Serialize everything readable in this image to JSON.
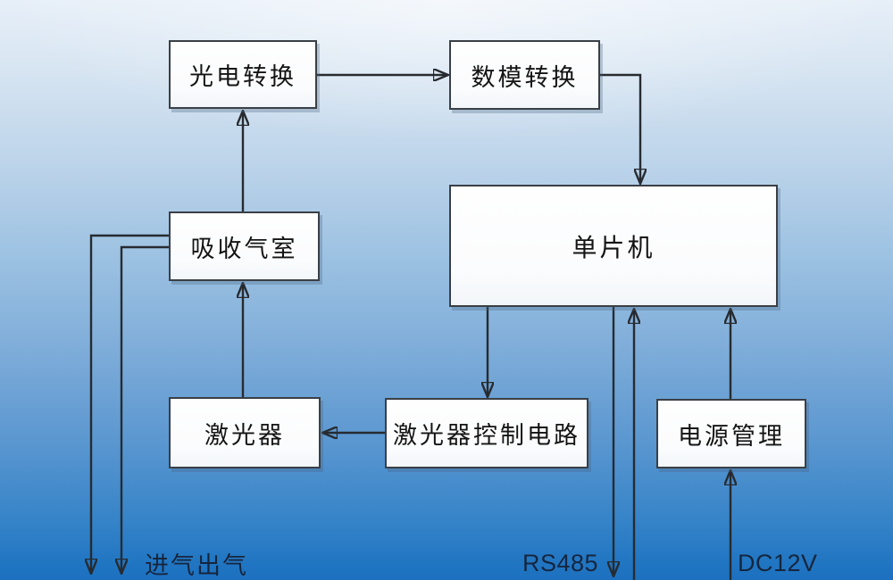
{
  "diagram": {
    "nodes": {
      "photoelectric": {
        "label": "光电转换"
      },
      "dac": {
        "label": "数模转换"
      },
      "mcu": {
        "label": "单片机"
      },
      "gas_chamber": {
        "label": "吸收气室"
      },
      "laser": {
        "label": "激光器"
      },
      "laser_driver": {
        "label": "激光器控制电路"
      },
      "power": {
        "label": "电源管理"
      }
    },
    "annotations": {
      "gas_io": "进气出气",
      "rs485": "RS485",
      "dc12v": "DC12V"
    },
    "edges": [
      {
        "from": "光电转换",
        "to": "数模转换"
      },
      {
        "from": "数模转换",
        "to": "单片机"
      },
      {
        "from": "吸收气室",
        "to": "光电转换"
      },
      {
        "from": "激光器",
        "to": "吸收气室"
      },
      {
        "from": "单片机",
        "to": "激光器控制电路"
      },
      {
        "from": "激光器控制电路",
        "to": "激光器"
      },
      {
        "from": "电源管理",
        "to": "单片机"
      },
      {
        "from": "DC12V",
        "to": "电源管理"
      },
      {
        "from": "单片机",
        "to": "RS485",
        "direction": "bidirectional"
      },
      {
        "from": "吸收气室",
        "to": "进气出气",
        "direction": "out"
      }
    ],
    "colors": {
      "bg_top": "#e7eff8",
      "bg_bottom": "#1c70bf",
      "box_fill": "#fdfdfd",
      "box_border": "#3a3f46",
      "wire": "#272b30",
      "annotation_text": "#16263f"
    }
  }
}
